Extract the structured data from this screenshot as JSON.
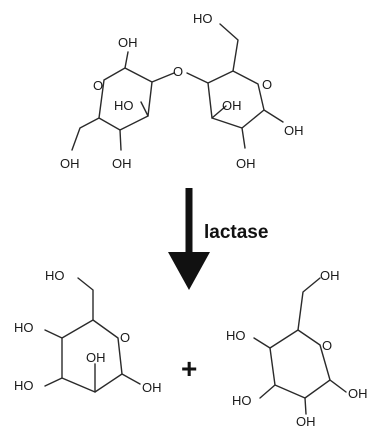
{
  "reaction": {
    "enzyme_label": "lactase",
    "plus_sign": "+",
    "oxygen_symbol": "O"
  },
  "lactose": {
    "ring_oxygens": [
      "O",
      "O"
    ],
    "glycosidic_oxygen": "O",
    "left_ring_labels": [
      "OH",
      "HO",
      "OH",
      "OH"
    ],
    "right_ring_labels": [
      "HO",
      "OH",
      "OH",
      "OH"
    ]
  },
  "galactose": {
    "ring_oxygen": "O",
    "labels": [
      "HO",
      "HO",
      "HO",
      "OH",
      "OH"
    ]
  },
  "glucose": {
    "ring_oxygen": "O",
    "labels": [
      "OH",
      "HO",
      "HO",
      "OH",
      "OH"
    ]
  }
}
